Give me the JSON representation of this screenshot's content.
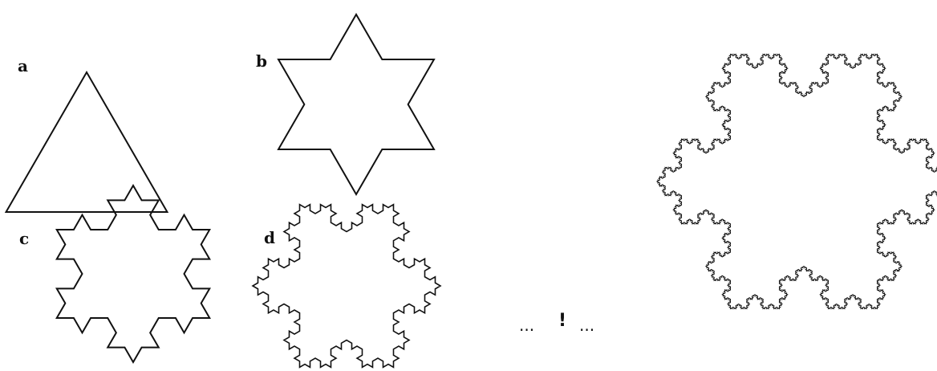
{
  "panels": [
    {
      "label": "a",
      "iterations": 0
    },
    {
      "label": "b",
      "iterations": 1
    },
    {
      "label": "c",
      "iterations": 2
    },
    {
      "label": "d",
      "iterations": 3
    }
  ],
  "limit": {
    "left_ellipsis": "...",
    "exclaim": "!",
    "right_ellipsis": "...",
    "iterations": 5
  },
  "stroke_color": "#111111"
}
